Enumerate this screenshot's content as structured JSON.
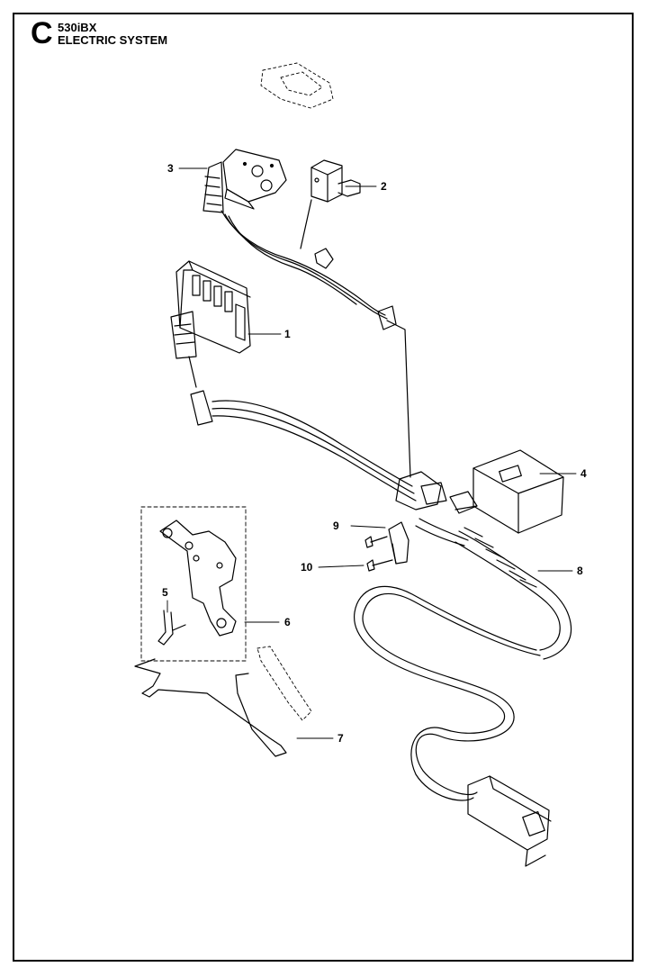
{
  "header": {
    "section_letter": "C",
    "model": "530iBX",
    "system": "ELECTRIC SYSTEM"
  },
  "callouts": [
    "1",
    "2",
    "3",
    "4",
    "5",
    "6",
    "7",
    "8",
    "9",
    "10"
  ],
  "colors": {
    "line": "#000000",
    "background": "#ffffff",
    "frame": "#000000"
  }
}
